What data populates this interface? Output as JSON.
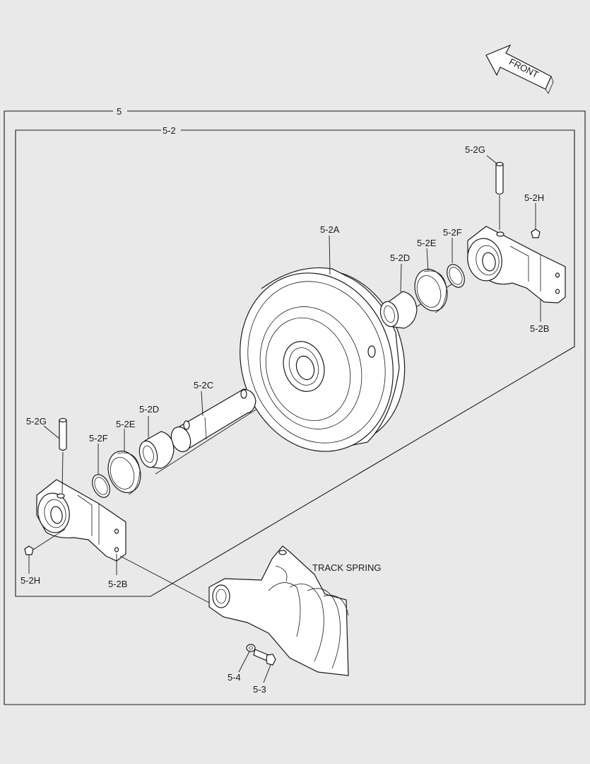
{
  "direction": {
    "label": "FRONT",
    "icon": "front-arrow-icon"
  },
  "groups": {
    "outer": "5",
    "inner": "5-2"
  },
  "callouts": {
    "idler_wheel": "5-2A",
    "bracket_right": "5-2B",
    "bracket_left": "5-2B",
    "shaft": "5-2C",
    "collar_right": "5-2D",
    "collar_left": "5-2D",
    "seal_right": "5-2E",
    "seal_left": "5-2E",
    "oring_right": "5-2F",
    "oring_left": "5-2F",
    "pin_right": "5-2G",
    "pin_left": "5-2G",
    "plug_right": "5-2H",
    "plug_left": "5-2H",
    "washer": "5-4",
    "bolt": "5-3",
    "track_spring": "TRACK SPRING"
  },
  "colors": {
    "background": "#e9e9e9",
    "line": "#1a1a1a",
    "part_fill": "#ffffff"
  }
}
